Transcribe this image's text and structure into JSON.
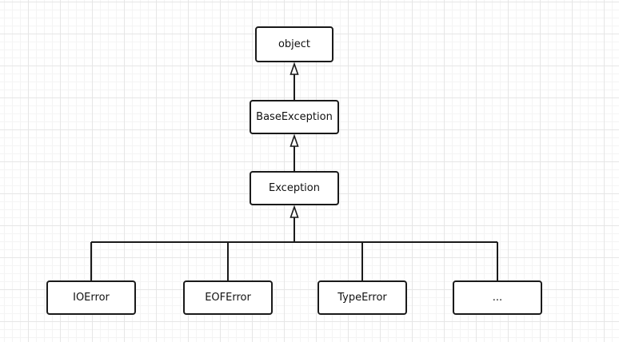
{
  "diagram": {
    "nodes": {
      "object": "object",
      "base_exception": "BaseException",
      "exception": "Exception",
      "io_error": "IOError",
      "eof_error": "EOFError",
      "type_error": "TypeError",
      "more": "..."
    },
    "edges": [
      {
        "from": "base_exception",
        "to": "object",
        "kind": "inheritance"
      },
      {
        "from": "exception",
        "to": "base_exception",
        "kind": "inheritance"
      },
      {
        "from": "io_error",
        "to": "exception",
        "kind": "inheritance"
      },
      {
        "from": "eof_error",
        "to": "exception",
        "kind": "inheritance"
      },
      {
        "from": "type_error",
        "to": "exception",
        "kind": "inheritance"
      },
      {
        "from": "more",
        "to": "exception",
        "kind": "inheritance"
      }
    ]
  }
}
